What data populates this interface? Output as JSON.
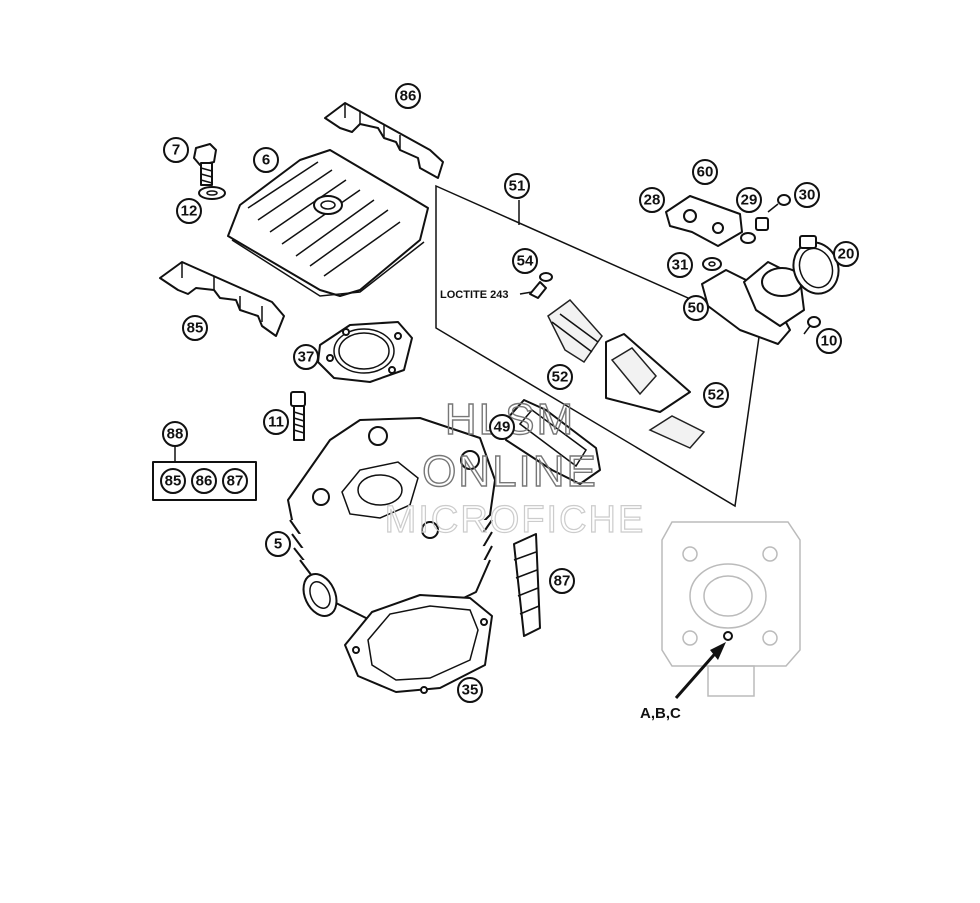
{
  "callouts": [
    {
      "id": "c86a",
      "label": "86"
    },
    {
      "id": "c7",
      "label": "7"
    },
    {
      "id": "c6",
      "label": "6"
    },
    {
      "id": "c12",
      "label": "12"
    },
    {
      "id": "c85a",
      "label": "85"
    },
    {
      "id": "c37",
      "label": "37"
    },
    {
      "id": "c11",
      "label": "11"
    },
    {
      "id": "c88",
      "label": "88"
    },
    {
      "id": "c85b",
      "label": "85"
    },
    {
      "id": "c86b",
      "label": "86"
    },
    {
      "id": "c87a",
      "label": "87"
    },
    {
      "id": "c5",
      "label": "5"
    },
    {
      "id": "c35",
      "label": "35"
    },
    {
      "id": "c87b",
      "label": "87"
    },
    {
      "id": "c51",
      "label": "51"
    },
    {
      "id": "c54",
      "label": "54"
    },
    {
      "id": "c52a",
      "label": "52"
    },
    {
      "id": "c52b",
      "label": "52"
    },
    {
      "id": "c49",
      "label": "49"
    },
    {
      "id": "c28",
      "label": "28"
    },
    {
      "id": "c60",
      "label": "60"
    },
    {
      "id": "c29",
      "label": "29"
    },
    {
      "id": "c30",
      "label": "30"
    },
    {
      "id": "c20",
      "label": "20"
    },
    {
      "id": "c31",
      "label": "31"
    },
    {
      "id": "c50",
      "label": "50"
    },
    {
      "id": "c10",
      "label": "10"
    }
  ],
  "loctite_label": "LOCTITE 243",
  "inset_label": "A,B,C",
  "watermark": {
    "line1": "HLSM",
    "line2": "ONLINE",
    "line3": "MICROFICHE"
  }
}
